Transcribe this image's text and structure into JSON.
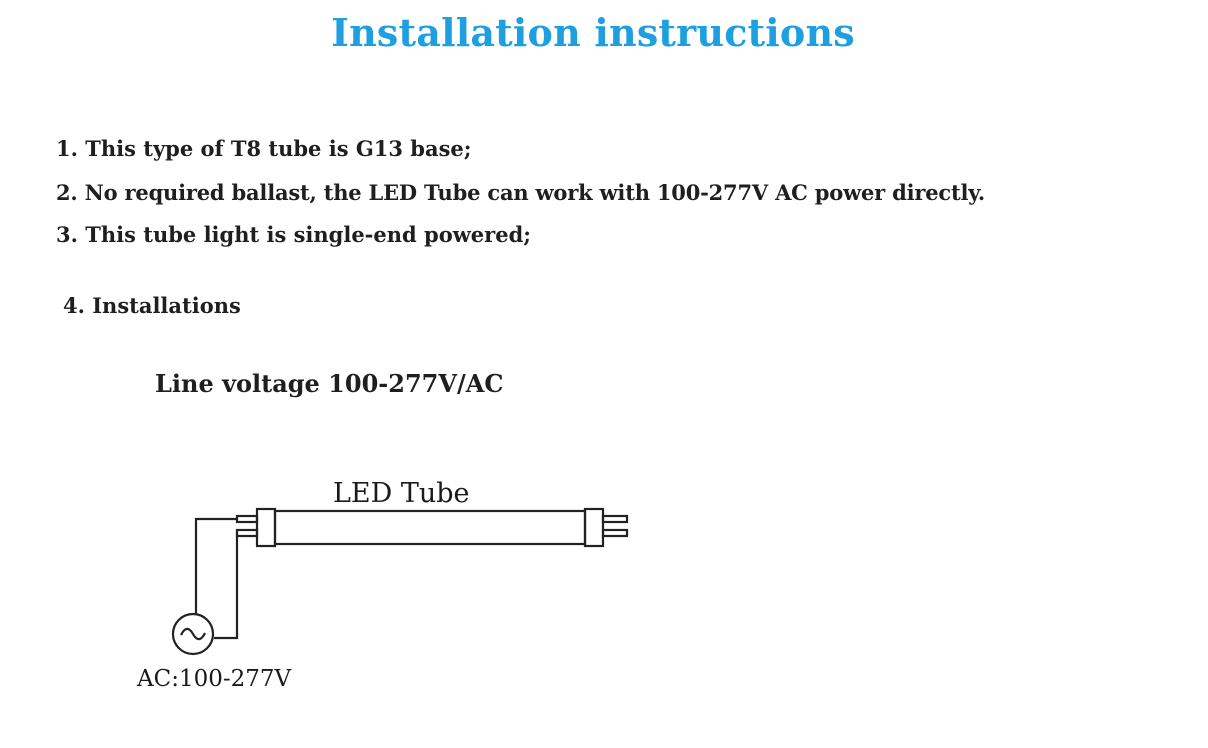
{
  "page": {
    "title": "Installation instructions",
    "title_color": "#1e9fe0",
    "items": [
      "1. This type of T8 tube is G13 base;",
      "2. No required ballast, the LED Tube can work with 100-277V AC power directly.",
      "3. This tube light is single-end powered;",
      "4. Installations"
    ],
    "subheading": "Line voltage 100-277V/AC"
  },
  "diagram": {
    "tube_label": "LED Tube",
    "source_label": "AC:100-277V",
    "source_icon": "ac-source-icon"
  }
}
